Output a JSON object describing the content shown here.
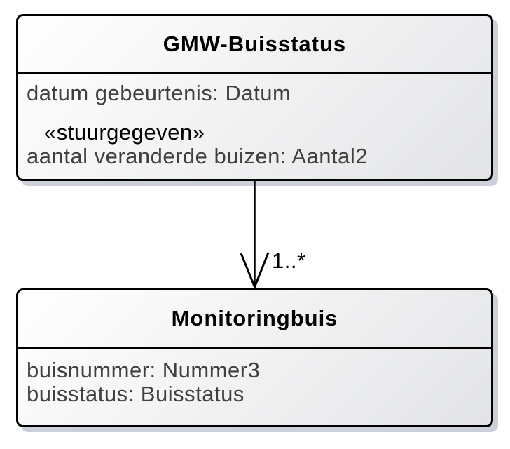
{
  "diagram": {
    "type": "uml-class-diagram",
    "classes": [
      {
        "name": "GMW-Buisstatus",
        "attributes": [
          {
            "text": "datum gebeurtenis: Datum",
            "kind": "attribute"
          },
          {
            "text": "«stuurgegeven»",
            "kind": "stereotype"
          },
          {
            "text": "aantal veranderde buizen: Aantal2",
            "kind": "attribute"
          }
        ]
      },
      {
        "name": "Monitoringbuis",
        "attributes": [
          {
            "text": "buisnummer: Nummer3",
            "kind": "attribute"
          },
          {
            "text": "buisstatus: Buisstatus",
            "kind": "attribute"
          }
        ]
      }
    ],
    "connector": {
      "type": "directed-association",
      "from": "GMW-Buisstatus",
      "to": "Monitoringbuis",
      "multiplicity": "1..*"
    },
    "colors": {
      "border": "#000000",
      "fill_gradient_start": "#ffffff",
      "fill_gradient_end": "#e3e4e6",
      "shadow": "#ccd0da",
      "title_text": "#000000",
      "attribute_text": "#3f3f3f",
      "stereotype_text": "#000000",
      "background": "#ffffff"
    }
  }
}
